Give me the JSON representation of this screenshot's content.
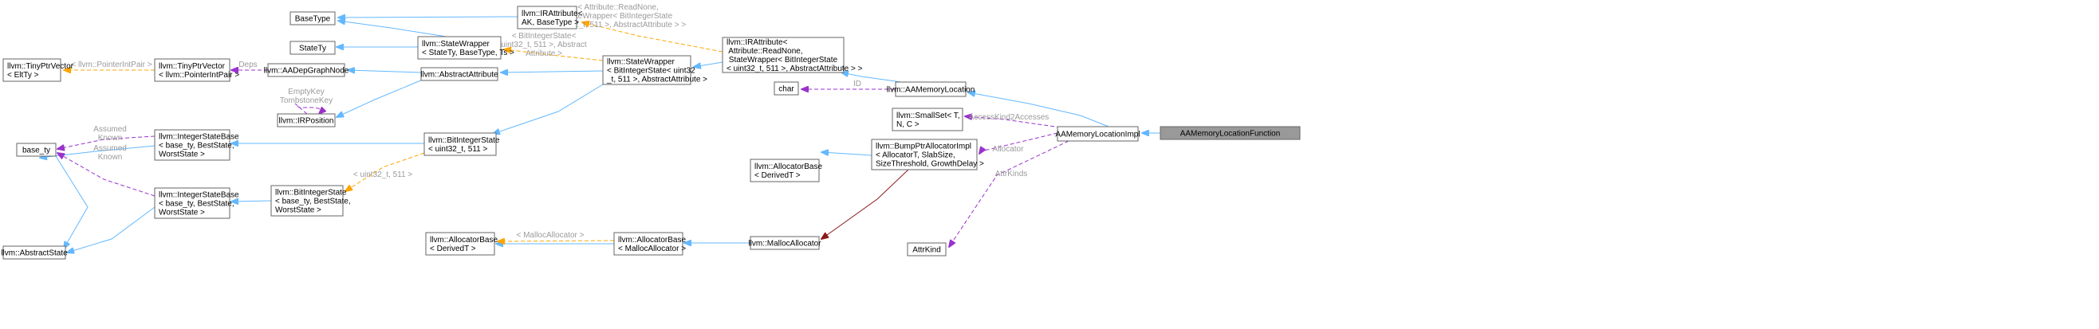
{
  "diagram": {
    "nodes": [
      {
        "id": "AAMemoryLocationFunction",
        "lines": [
          "AAMemoryLocationFunction"
        ],
        "highlight": true
      },
      {
        "id": "AAMemoryLocationImpl",
        "lines": [
          "AAMemoryLocationImpl"
        ]
      },
      {
        "id": "AAMemoryLocation",
        "lines": [
          "llvm::AAMemoryLocation"
        ]
      },
      {
        "id": "IRAttributeRN",
        "lines": [
          "llvm::IRAttribute<",
          " Attribute::ReadNone,",
          " StateWrapper< BitIntegerState",
          "< uint32_t, 511 >, AbstractAttribute > >"
        ]
      },
      {
        "id": "IRAttributeAK",
        "lines": [
          "llvm::IRAttribute<",
          "AK, BaseType >"
        ]
      },
      {
        "id": "BaseType",
        "lines": [
          "BaseType"
        ]
      },
      {
        "id": "StateWrapperT",
        "lines": [
          "llvm::StateWrapper",
          "< StateTy, BaseType, Ts >"
        ]
      },
      {
        "id": "StateTy",
        "lines": [
          "StateTy"
        ]
      },
      {
        "id": "StateWrapperBIS",
        "lines": [
          "llvm::StateWrapper",
          "< BitIntegerState< uint32",
          "_t, 511 >, AbstractAttribute >"
        ]
      },
      {
        "id": "AbstractAttribute",
        "lines": [
          "llvm::AbstractAttribute"
        ]
      },
      {
        "id": "AADepGraphNode",
        "lines": [
          "llvm::AADepGraphNode"
        ]
      },
      {
        "id": "TinyPtrVectorPIP",
        "lines": [
          "llvm::TinyPtrVector",
          "< llvm::PointerIntPair >"
        ]
      },
      {
        "id": "TinyPtrVectorET",
        "lines": [
          "llvm::TinyPtrVector",
          "< EltTy >"
        ]
      },
      {
        "id": "IRPosition",
        "lines": [
          "llvm::IRPosition"
        ]
      },
      {
        "id": "BitIntegerState",
        "lines": [
          "llvm::BitIntegerState",
          "< uint32_t, 511 >"
        ]
      },
      {
        "id": "IntegerStateBase1",
        "lines": [
          "llvm::IntegerStateBase",
          "< base_ty, BestState,",
          "WorstState >"
        ]
      },
      {
        "id": "IntegerStateBase2",
        "lines": [
          "llvm::IntegerStateBase",
          "< base_ty, BestState,",
          "WorstState >"
        ]
      },
      {
        "id": "base_ty",
        "lines": [
          "base_ty"
        ]
      },
      {
        "id": "AbstractState",
        "lines": [
          "llvm::AbstractState"
        ]
      },
      {
        "id": "BitIntegerStateT",
        "lines": [
          "llvm::BitIntegerState",
          "< base_ty, BestState,",
          "WorstState >"
        ]
      },
      {
        "id": "AllocatorBaseD1",
        "lines": [
          "llvm::AllocatorBase",
          "< DerivedT >"
        ]
      },
      {
        "id": "AllocatorBaseMA",
        "lines": [
          "llvm::AllocatorBase",
          "< MallocAllocator >"
        ]
      },
      {
        "id": "MallocAllocator",
        "lines": [
          "llvm::MallocAllocator"
        ]
      },
      {
        "id": "AllocatorBaseD2",
        "lines": [
          "llvm::AllocatorBase",
          "< DerivedT >"
        ]
      },
      {
        "id": "BumpPtrAllocatorImpl",
        "lines": [
          "llvm::BumpPtrAllocatorImpl",
          "< AllocatorT, SlabSize,",
          "SizeThreshold, GrowthDelay >"
        ]
      },
      {
        "id": "char",
        "lines": [
          "char"
        ]
      },
      {
        "id": "SmallSet",
        "lines": [
          "llvm::SmallSet< T,",
          "N, C >"
        ]
      },
      {
        "id": "AttrKind",
        "lines": [
          "AttrKind"
        ]
      }
    ],
    "edge_labels": [
      {
        "id": "label-irattribute-template",
        "lines": [
          "< Attribute::ReadNone,",
          "StateWrapper< BitIntegerState",
          "< uint32_t, 511 >, AbstractAttribute > >"
        ]
      },
      {
        "id": "label-statewrapper-template",
        "lines": [
          "< BitIntegerState<",
          "uint32_t, 511 >, Abstract",
          "Attribute >"
        ]
      },
      {
        "id": "label-pointerintpair",
        "lines": [
          "< llvm::PointerIntPair >"
        ]
      },
      {
        "id": "label-deps",
        "lines": [
          "Deps"
        ]
      },
      {
        "id": "label-emptykey",
        "lines": [
          "EmptyKey",
          "TombstoneKey"
        ]
      },
      {
        "id": "label-assumed-known-1",
        "lines": [
          "Assumed",
          "Known"
        ]
      },
      {
        "id": "label-assumed-known-2",
        "lines": [
          "Assumed",
          "Known"
        ]
      },
      {
        "id": "label-uint-511",
        "lines": [
          "< uint32_t, 511 >"
        ]
      },
      {
        "id": "label-mallocallocator",
        "lines": [
          "< MallocAllocator >"
        ]
      },
      {
        "id": "label-id",
        "lines": [
          "ID"
        ]
      },
      {
        "id": "label-accesskind",
        "lines": [
          "AccessKind2Accesses"
        ]
      },
      {
        "id": "label-allocator",
        "lines": [
          "Allocator"
        ]
      },
      {
        "id": "label-attrkinds",
        "lines": [
          "AttrKinds"
        ]
      }
    ],
    "colors": {
      "inherit": "#63b8ff",
      "usage": "#9a32cd",
      "template": "#ffa500",
      "private": "#8b1a1a",
      "highlight_fill": "#999999",
      "node_border": "#666666",
      "label_text": "#9a9a9a"
    }
  }
}
